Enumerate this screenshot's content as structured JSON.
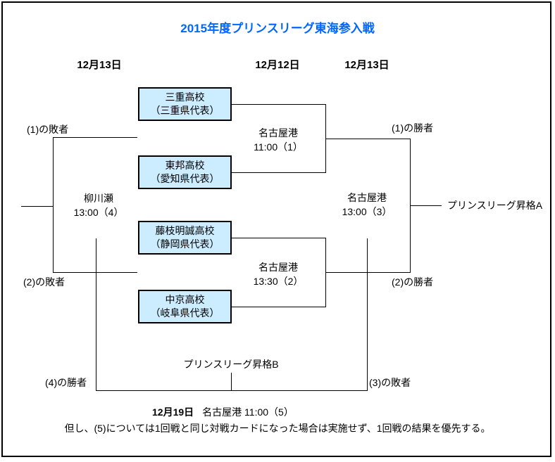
{
  "title": "2015年度プリンスリーグ東海参入戦",
  "dates": {
    "left": "12月13日",
    "center": "12月12日",
    "right": "12月13日"
  },
  "bracket": {
    "teams": [
      {
        "name": "三重高校",
        "rep": "（三重県代表）"
      },
      {
        "name": "東邦高校",
        "rep": "（愛知県代表）"
      },
      {
        "name": "藤枝明誠高校",
        "rep": "（静岡県代表）"
      },
      {
        "name": "中京高校",
        "rep": "（岐阜県代表）"
      }
    ],
    "matches": [
      {
        "id": "1",
        "venue": "名古屋港",
        "time": "11:00（1）"
      },
      {
        "id": "2",
        "venue": "名古屋港",
        "time": "13:30（2）"
      },
      {
        "id": "3",
        "venue": "名古屋港",
        "time": "13:00（3）"
      },
      {
        "id": "4",
        "venue": "柳川瀬",
        "time": "13:00（4）"
      }
    ],
    "labels": {
      "loser1": "(1)の敗者",
      "loser2": "(2)の敗者",
      "winner1": "(1)の勝者",
      "winner2": "(2)の勝者",
      "winner4": "(4)の勝者",
      "loser3": "(3)の敗者",
      "promotion_a": "プリンスリーグ昇格A",
      "promotion_b": "プリンスリーグ昇格B"
    }
  },
  "footer": {
    "final_date": "12月19日",
    "final_match": "名古屋港 11:00（5）",
    "note": "但し、(5)については1回戦と同じ対戦カードになった場合は実施せず、1回戦の結果を優先する。"
  },
  "colors": {
    "title_blue": "#0066ff",
    "team_box_fill": "#ccecff",
    "line": "#000000"
  }
}
